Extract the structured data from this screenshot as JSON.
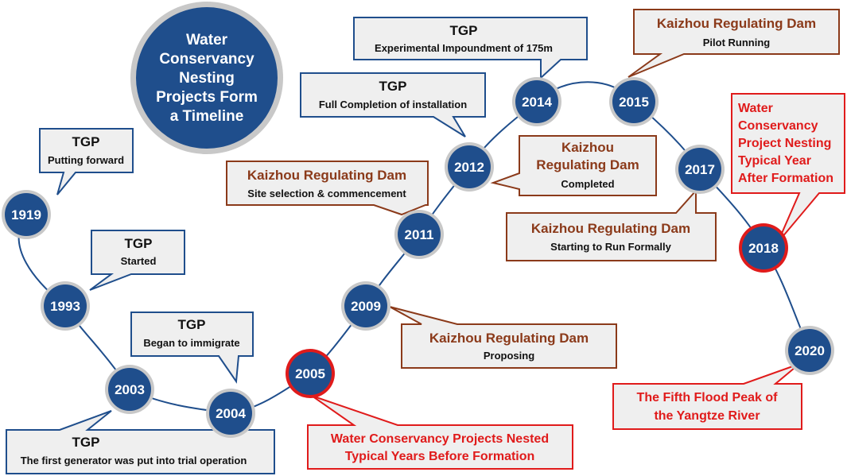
{
  "title": {
    "lines": [
      "Water",
      "Conservancy",
      "Nesting",
      "Projects Form",
      "a Timeline"
    ]
  },
  "colors": {
    "node_fill": "#1f4e8c",
    "node_ring": "#c8c8c8",
    "key_ring": "#e01b1b",
    "brown_text": "#8b3a1a",
    "red_text": "#e01b1b",
    "callout_fill": "#efefef"
  },
  "years": [
    {
      "label": "1919",
      "key": false
    },
    {
      "label": "1993",
      "key": false
    },
    {
      "label": "2003",
      "key": false
    },
    {
      "label": "2004",
      "key": false
    },
    {
      "label": "2005",
      "key": true
    },
    {
      "label": "2009",
      "key": false
    },
    {
      "label": "2011",
      "key": false
    },
    {
      "label": "2012",
      "key": false
    },
    {
      "label": "2014",
      "key": false
    },
    {
      "label": "2015",
      "key": false
    },
    {
      "label": "2017",
      "key": false
    },
    {
      "label": "2018",
      "key": true
    },
    {
      "label": "2020",
      "key": false
    }
  ],
  "callouts": [
    {
      "year": "1919",
      "style": "blue",
      "lines": [
        "TGP",
        "Putting forward"
      ]
    },
    {
      "year": "1993",
      "style": "blue",
      "lines": [
        "TGP",
        "Started"
      ]
    },
    {
      "year": "2003",
      "style": "blue",
      "lines": [
        "TGP",
        "The first generator was put into trial operation"
      ]
    },
    {
      "year": "2004",
      "style": "blue",
      "lines": [
        "TGP",
        "Began to immigrate"
      ]
    },
    {
      "year": "2005",
      "style": "red",
      "lines": [
        "Water Conservancy Projects Nested",
        "Typical Years Before Formation"
      ]
    },
    {
      "year": "2009",
      "style": "brown",
      "lines": [
        "Kaizhou Regulating Dam",
        "Proposing"
      ]
    },
    {
      "year": "2011",
      "style": "brown",
      "lines": [
        "Kaizhou Regulating Dam",
        "Site selection & commencement"
      ]
    },
    {
      "year": "2012",
      "style": "blue",
      "lines": [
        "TGP",
        "Full Completion of installation"
      ]
    },
    {
      "year": "2012",
      "style": "brown",
      "lines": [
        "Kaizhou",
        "Regulating Dam",
        "Completed"
      ]
    },
    {
      "year": "2014",
      "style": "blue",
      "lines": [
        "TGP",
        "Experimental Impoundment of 175m"
      ]
    },
    {
      "year": "2015",
      "style": "brown",
      "lines": [
        "Kaizhou Regulating Dam",
        "Pilot Running"
      ]
    },
    {
      "year": "2017",
      "style": "brown",
      "lines": [
        "Kaizhou Regulating Dam",
        "Starting to Run Formally"
      ]
    },
    {
      "year": "2018",
      "style": "red",
      "lines": [
        "Water",
        "Conservancy",
        "Project Nesting",
        "Typical Year",
        "After Formation"
      ]
    },
    {
      "year": "2020",
      "style": "red",
      "lines": [
        "The Fifth Flood Peak of",
        "the Yangtze River"
      ]
    }
  ]
}
